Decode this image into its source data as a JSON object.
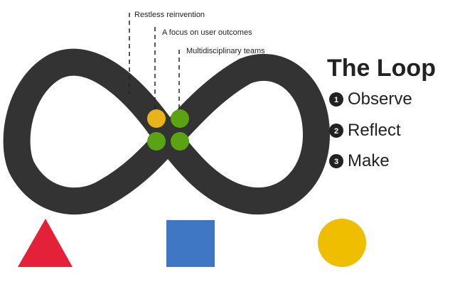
{
  "callouts": [
    {
      "label": "Restless reinvention"
    },
    {
      "label": "A focus on user outcomes"
    },
    {
      "label": "Multidisciplinary teams"
    }
  ],
  "loop": {
    "title": "The Loop",
    "steps": [
      {
        "number": "1",
        "label": "Observe"
      },
      {
        "number": "2",
        "label": "Reflect"
      },
      {
        "number": "3",
        "label": "Make"
      }
    ]
  },
  "dots": [
    {
      "name": "dot-top-left",
      "color": "#E8B41A"
    },
    {
      "name": "dot-top-right",
      "color": "#5AA313"
    },
    {
      "name": "dot-bottom-left",
      "color": "#5AA313"
    },
    {
      "name": "dot-bottom-right",
      "color": "#5AA313"
    }
  ],
  "shapes": [
    {
      "name": "triangle",
      "color": "#E5213A"
    },
    {
      "name": "square",
      "color": "#3F77C4"
    },
    {
      "name": "circle",
      "color": "#F0BE00"
    }
  ],
  "colors": {
    "loop_band": "#333333",
    "text": "#222222"
  }
}
